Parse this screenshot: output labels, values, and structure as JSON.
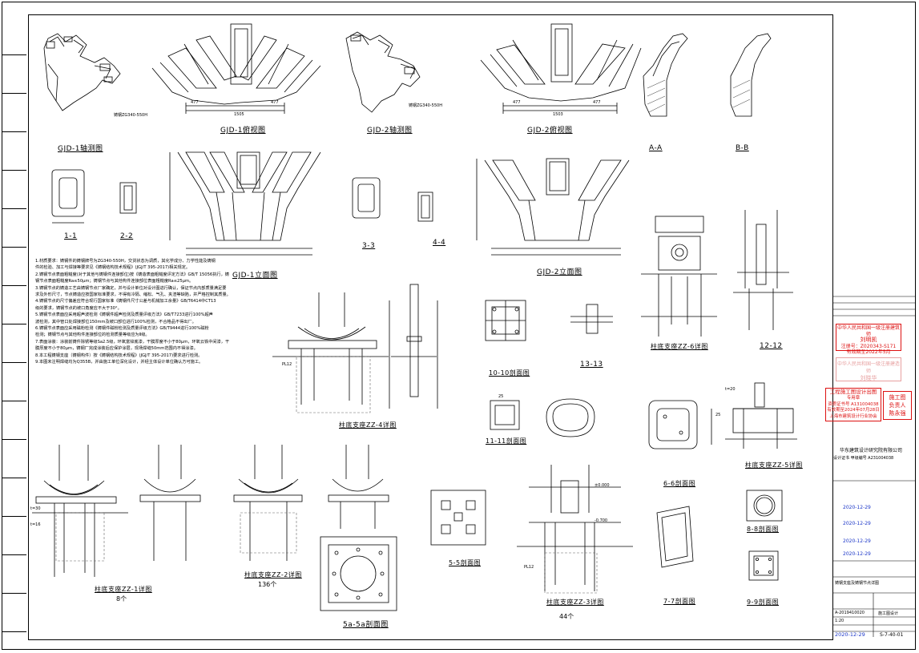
{
  "drawing": {
    "views": {
      "gjd1_axo": "GJD-1轴测图",
      "gjd1_plan": "GJD-1俯视图",
      "gjd2_axo": "GJD-2轴测图",
      "gjd2_plan": "GJD-2俯视图",
      "sec_aa": "A-A",
      "sec_bb": "B-B",
      "sec_11": "1-1",
      "sec_22": "2-2",
      "gjd1_elev": "GJD-1立面图",
      "sec_33": "3-3",
      "sec_44": "4-4",
      "gjd2_elev": "GJD-2立面图",
      "zz6": "柱底支座ZZ-6详图",
      "sec_1212": "12-12",
      "zz4": "柱底支座ZZ-4详图",
      "sec_1010": "10-10剖面图",
      "sec_1313": "13-13",
      "sec_1111": "11-11剖面图",
      "sec_66": "6-6剖面图",
      "zz5": "柱底支座ZZ-5详图",
      "zz1": "柱底支座ZZ-1详图",
      "zz1_count": "8个",
      "zz2": "柱底支座ZZ-2详图",
      "zz2_count": "136个",
      "sec_55": "5-5剖面图",
      "sec_5a5a": "5a-5a剖面图",
      "zz3": "柱底支座ZZ-3详图",
      "zz3_count": "44个",
      "sec_77": "7-7剖面图",
      "sec_88": "8-8剖面图",
      "sec_99": "9-9剖面图"
    },
    "labels": {
      "material_1": "铸钢ZG340-550H",
      "material_2": "铸钢ZG340-550H",
      "dim_1505": "1505",
      "dim_477a": "477",
      "dim_477b": "477",
      "dim_1503": "1503",
      "dim_477c": "477",
      "dim_477d": "477",
      "pl12_a": "PL12",
      "pl12_b": "PL12",
      "t30": "t=30",
      "t16": "t=16",
      "t20": "t=20",
      "elev_1": "±0.000",
      "elev_2": "-0.700",
      "rod_a": "25",
      "rod_b": "25"
    },
    "notes": [
      "1.材质要求：铸钢件的铸钢牌号为ZG340-550H，交货状态为调质，其化学成分、力学性能及铸钢",
      "  件的检验、加工与焊接等要求见《铸钢结构技术规程》(JGJ/T 395-2017)相关规定。",
      "2.铸钢节点表面粗糙度(对于其他与铸钢件连接部位)按《铸造表面粗糙度评定方法》GB/T 15056执行，铸",
      "  钢节点表面粗糙度Ra≤50μm；铸钢节点与其他构件连接部位表面粗糙度Ra≤25μm。",
      "3.铸钢节点的铸造工艺由铸钢节点厂家确定，并与设计单位对设计图进行确认，保证节点内部质量满足要",
      "  求及外形尺寸，节点铸造应按国家标准要求，不得有冷隔、缩松、气孔、夹渣等缺陷，并严格控制其质量。",
      "4.铸钢节点的尺寸偏差应符合现行国家标准《铸钢件尺寸公差与机械加工余量》GB/T6414中CT13",
      "  级的要求，铸钢节点的坡口角度应不大于30°。",
      "5.铸钢节点表面应采用超声波检测《铸钢件超声检测及质量评级方法》GB/T7233进行100%超声",
      "  波检测，其中管口处焊接部位150mm及坡口部位进行100%检测，不合格品不得出厂。",
      "6.铸钢节点表面应采用磁粉检测《铸钢件磁粉检测及质量评级方法》GB/T9444进行100%磁粉",
      "  检测；铸钢节点与其他构件连接部位的检测质量等级应为Ⅱ级。",
      "7.表面涂装：涂装前铸件除锈等级Sa2.5级，环氧富锌底漆，干膜厚度不小于80μm，环氧云铁中间漆，干",
      "  膜厚度不小于80μm，铸钢厂完成涂装后应保护涂层，现场焊缝50mm范围内不得涂漆。",
      "8.本工程铸钢支座（铸钢构件）按《铸钢结构技术规程》(JGJ/T 395-2017)要求进行检测。",
      "9.本图未注明焊缝均为Q355B，并由施工单位深化设计，并经主体设计单位确认方可施工。"
    ],
    "stamps": {
      "s1_l1": "中华人民共和国一级注册建筑师",
      "s1_l2": "刘明凯",
      "s1_l3": "注册号：Z020343-S171",
      "s1_l4": "有效期至2022年5月",
      "s2_l1": "中华人民共和国一级注册建造师",
      "s2_l2": "刘晓华",
      "s3_l1": "工程施工图设计出图",
      "s3_l2": "专用章",
      "s3_l3": "资质证书号 A131004038",
      "s3_l4": "有效期至2024年07月28日",
      "s3_l5": "上海市建筑设计行业协会",
      "s4_l1": "施工图",
      "s4_l2": "负责人",
      "s4_l3": "陈永强"
    },
    "title_block": {
      "company": "华东建筑设计研究院有限公司",
      "cert": "设计证书 甲级编号 A231004038",
      "project_no": "A-2019410020",
      "scale": "1:20",
      "date_1": "2020-12-29",
      "date_2": "2020-12-29",
      "date_3": "2020-12-29",
      "date_4": "2020-12-29",
      "date_5": "2020-12-29",
      "drawing_title": "铸钢支座及铸钢节点详图",
      "phase": "施工图设计",
      "sheet_no": "S-7-40-01"
    }
  }
}
